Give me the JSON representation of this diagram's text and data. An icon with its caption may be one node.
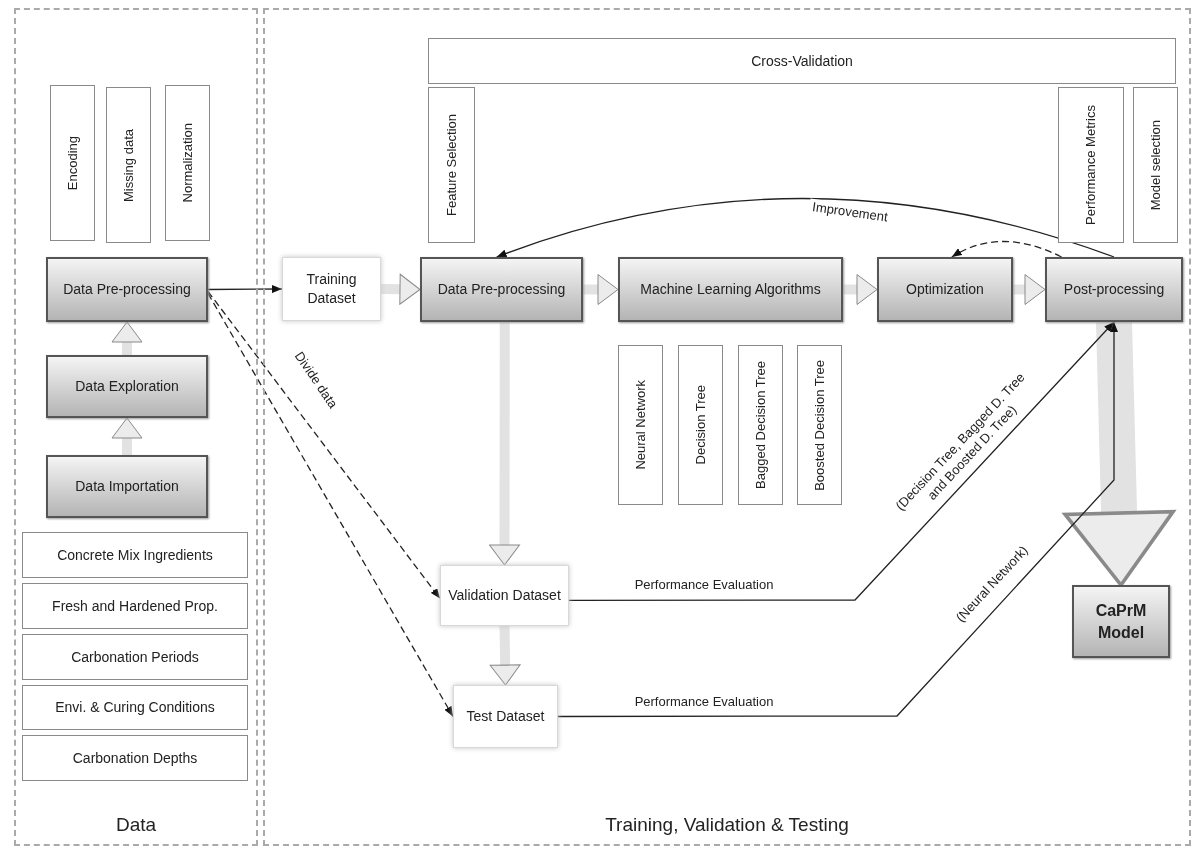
{
  "diagram": {
    "nodes": [
      {
        "text": [
          "Data"
        ]
      },
      {
        "text": [
          "Training, Validation & Testing"
        ]
      },
      {
        "text": [
          "Encoding"
        ],
        "in": 0
      },
      {
        "text": [
          "Missing data"
        ],
        "in": 0
      },
      {
        "text": [
          "Normalization"
        ],
        "in": 0
      },
      {
        "text": [
          "Data Pre-processing"
        ],
        "in": 0
      },
      {
        "text": [
          "Data Exploration"
        ],
        "in": 0
      },
      {
        "text": [
          "Data Importation"
        ],
        "in": 0
      },
      {
        "text": [
          "Concrete Mix Ingredients"
        ],
        "in": 0
      },
      {
        "text": [
          "Fresh and Hardened Prop."
        ],
        "in": 0
      },
      {
        "text": [
          "Carbonation Periods"
        ],
        "in": 0
      },
      {
        "text": [
          "Envi. & Curing Conditions"
        ],
        "in": 0
      },
      {
        "text": [
          "Carbonation Depths"
        ],
        "in": 0
      },
      {
        "text": [
          "Cross-Validation"
        ],
        "in": 1
      },
      {
        "text": [
          "Feature Selection"
        ],
        "in": 1
      },
      {
        "text": [
          "Performance Metrics"
        ],
        "in": 1
      },
      {
        "text": [
          "Model selection"
        ],
        "in": 1
      },
      {
        "text": [
          "Training Dataset"
        ],
        "in": 1
      },
      {
        "text": [
          "Data Pre-processing"
        ],
        "in": 1
      },
      {
        "text": [
          "Machine Learning Algorithms"
        ],
        "in": 1
      },
      {
        "text": [
          "Optimization"
        ],
        "in": 1
      },
      {
        "text": [
          "Post-processing"
        ],
        "in": 1
      },
      {
        "text": [
          "Neural Network"
        ],
        "in": 1
      },
      {
        "text": [
          "Decision Tree"
        ],
        "in": 1
      },
      {
        "text": [
          "Bagged Decision Tree"
        ],
        "in": 1
      },
      {
        "text": [
          "Boosted Decision Tree"
        ],
        "in": 1
      },
      {
        "text": [
          "Validation Dataset"
        ],
        "in": 1
      },
      {
        "text": [
          "Test Dataset"
        ],
        "in": 1
      },
      {
        "text": [
          "CaPrM Model"
        ],
        "in": 1
      }
    ],
    "edges": [
      {
        "from": 7,
        "to": 6,
        "arrow": "to"
      },
      {
        "from": 6,
        "to": 5,
        "arrow": "to"
      },
      {
        "from": 5,
        "to": 17,
        "arrow": "to",
        "color": "#222222"
      },
      {
        "from": 5,
        "to": 26,
        "arrow": "to",
        "label": "Divide data",
        "style": "dashed",
        "color": "#222222"
      },
      {
        "from": 5,
        "to": 27,
        "arrow": "to",
        "style": "dashed",
        "color": "#222222"
      },
      {
        "from": 17,
        "to": 18,
        "arrow": "to"
      },
      {
        "from": 18,
        "to": 19,
        "arrow": "to"
      },
      {
        "from": 19,
        "to": 20,
        "arrow": "to"
      },
      {
        "from": 20,
        "to": 21,
        "arrow": "to"
      },
      {
        "from": 21,
        "to": 18,
        "arrow": "to",
        "label": "Improvement",
        "color": "#222222"
      },
      {
        "from": 21,
        "to": 20,
        "arrow": "to",
        "style": "dashed",
        "color": "#222222"
      },
      {
        "from": 18,
        "to": 26,
        "arrow": "to"
      },
      {
        "from": 26,
        "to": 27,
        "arrow": "to"
      },
      {
        "from": 26,
        "to": 21,
        "arrow": "to",
        "label": "Performance Evaluation",
        "color": "#222222"
      },
      {
        "from": 27,
        "to": 21,
        "arrow": "to",
        "label": "Performance Evaluation",
        "color": "#222222"
      },
      {
        "from": 21,
        "to": 28,
        "arrow": "to",
        "style": "thick"
      }
    ],
    "labels": [
      "(Decision Tree, Bagged D. Tree and Boosted D. Tree)",
      "(Neural Network)"
    ]
  }
}
